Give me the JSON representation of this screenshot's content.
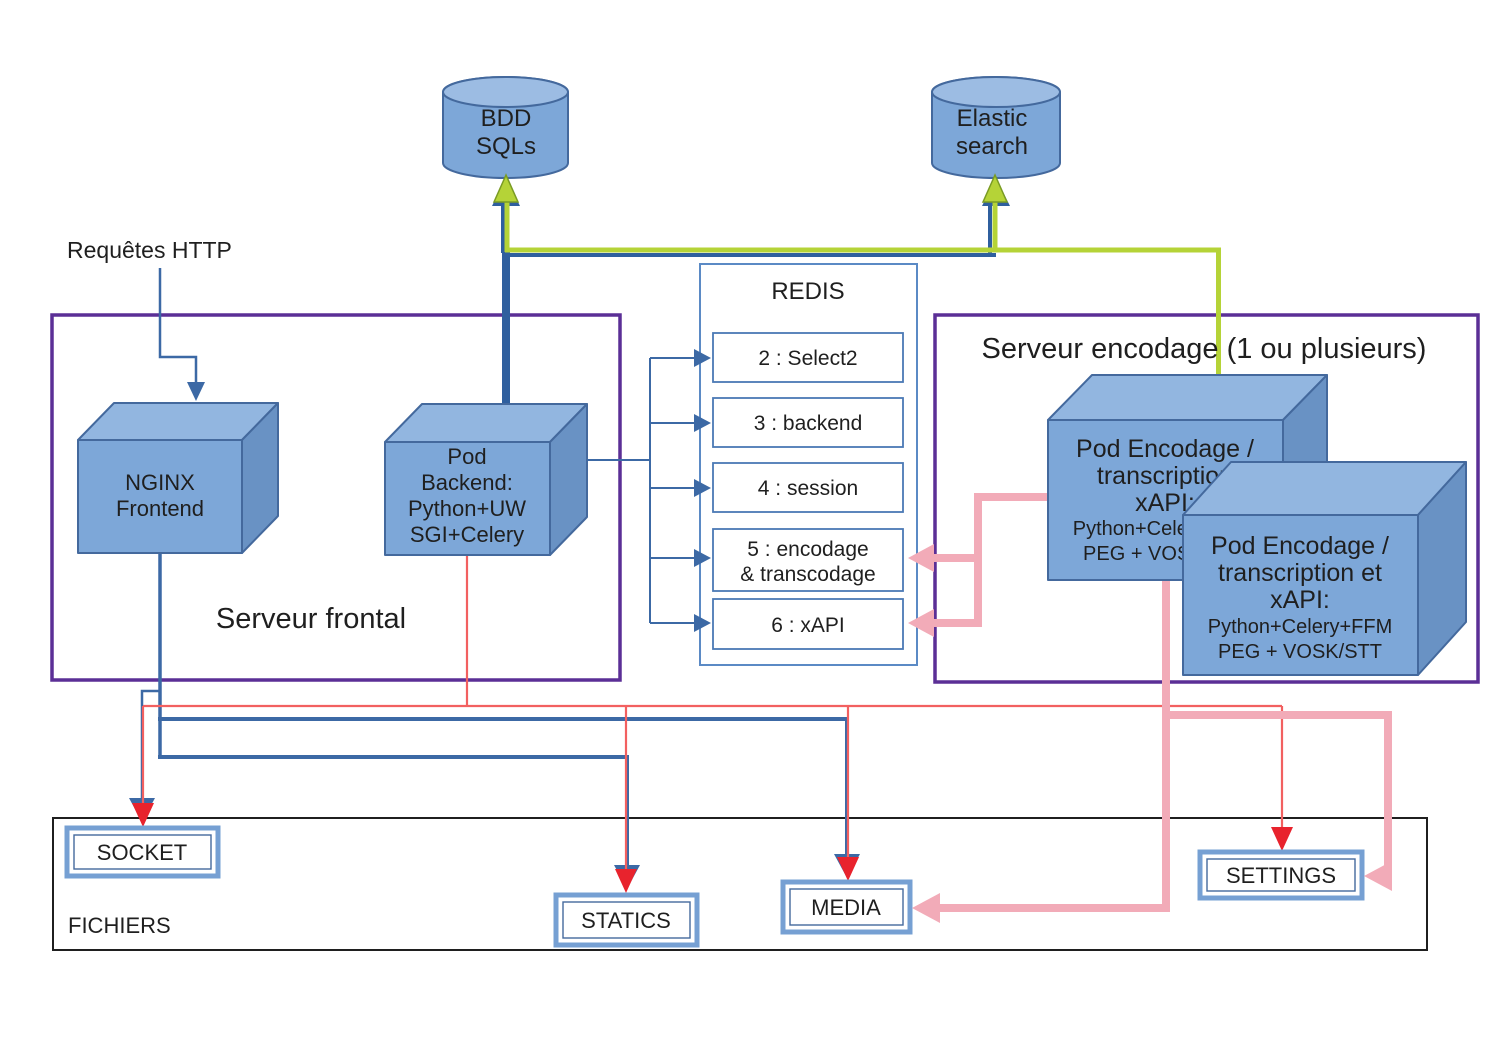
{
  "labels": {
    "http_requests": "Requêtes HTTP",
    "frontal_server": "Serveur frontal",
    "encoding_server": "Serveur encodage (1 ou plusieurs)",
    "files_container": "FICHIERS"
  },
  "databases": {
    "sql": {
      "line1": "BDD",
      "line2": "SQLs"
    },
    "elastic": {
      "line1": "Elastic",
      "line2": "search"
    }
  },
  "nodes": {
    "nginx": {
      "lines": [
        "NGINX",
        "Frontend"
      ]
    },
    "pod_backend": {
      "lines": [
        "Pod",
        "Backend:",
        "Python+UW",
        "SGI+Celery"
      ]
    },
    "pod_encoding_1": {
      "lines": [
        "Pod Encodage /",
        "transcription",
        "xAPI:",
        "Python+Celery+FFM",
        "PEG + VOSK/STT"
      ]
    },
    "pod_encoding_2": {
      "lines": [
        "Pod Encodage /",
        "transcription et",
        "xAPI:",
        "Python+Celery+FFM",
        "PEG + VOSK/STT"
      ]
    }
  },
  "redis": {
    "title": "REDIS",
    "queues": [
      {
        "line1": "2 : Select2",
        "line2": ""
      },
      {
        "line1": "3 : backend",
        "line2": ""
      },
      {
        "line1": "4 : session",
        "line2": ""
      },
      {
        "line1": "5 : encodage",
        "line2": "& transcodage"
      },
      {
        "line1": "6 : xAPI",
        "line2": ""
      }
    ]
  },
  "file_stores": {
    "socket": "SOCKET",
    "statics": "STATICS",
    "media": "MEDIA",
    "settings": "SETTINGS"
  },
  "colors": {
    "node_fill": "#7da7d8",
    "node_top": "#92b6e0",
    "node_side": "#6992c4",
    "node_stroke": "#44699d",
    "purple_border": "#5b2f96",
    "redis_border": "#5b8ac5",
    "thin_blue": "#3c69a5",
    "thick_blue": "#2f5f9e",
    "green": "#b5d337",
    "red_line": "#f26060",
    "red_arrow": "#e8232d",
    "pink": "#f2abb8",
    "black_border": "#1f1f1f"
  }
}
